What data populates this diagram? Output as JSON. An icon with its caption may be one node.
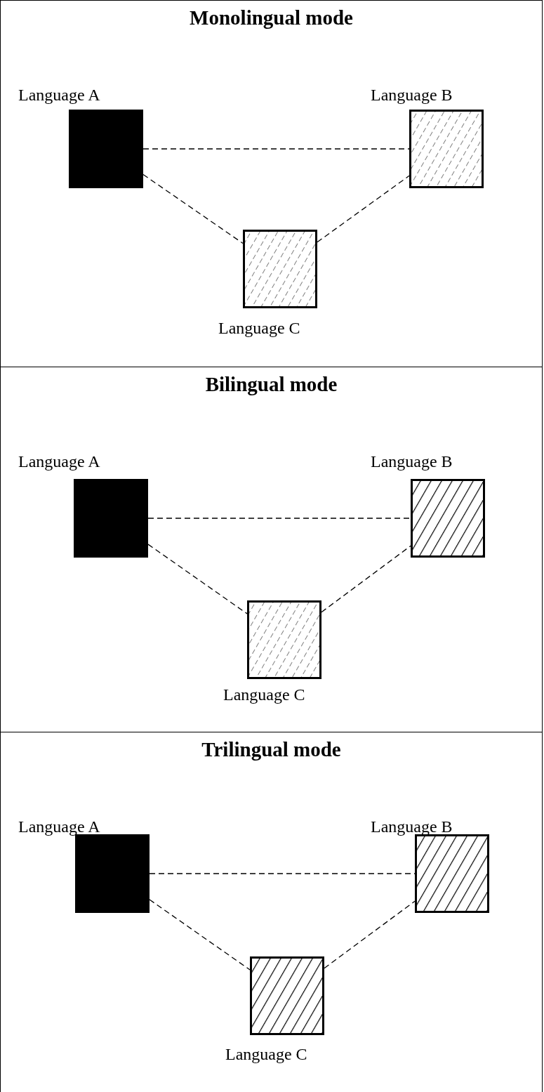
{
  "diagram": {
    "nodes": [
      {
        "text": [
          "Monolingual mode"
        ]
      },
      {
        "text": [
          "Language A"
        ],
        "in": 0
      },
      {
        "text": [
          "Language B"
        ],
        "in": 0
      },
      {
        "text": [
          "Language C"
        ],
        "in": 0
      },
      {
        "text": [
          "Bilingual mode"
        ]
      },
      {
        "text": [
          "Language A"
        ],
        "in": 4
      },
      {
        "text": [
          "Language B"
        ],
        "in": 4
      },
      {
        "text": [
          "Language C"
        ],
        "in": 4
      },
      {
        "text": [
          "Trilingual mode"
        ]
      },
      {
        "text": [
          "Language A"
        ],
        "in": 8
      },
      {
        "text": [
          "Language B"
        ],
        "in": 8
      },
      {
        "text": [
          "Language C"
        ],
        "in": 8
      }
    ],
    "edges": [
      {
        "from": 1,
        "to": 2,
        "arrow": "none",
        "style": "dashed"
      },
      {
        "from": 1,
        "to": 3,
        "arrow": "none",
        "style": "dashed"
      },
      {
        "from": 3,
        "to": 2,
        "arrow": "none",
        "style": "dashed"
      },
      {
        "from": 5,
        "to": 6,
        "arrow": "none",
        "style": "dashed"
      },
      {
        "from": 5,
        "to": 7,
        "arrow": "none",
        "style": "dashed"
      },
      {
        "from": 7,
        "to": 6,
        "arrow": "none",
        "style": "dashed"
      },
      {
        "from": 9,
        "to": 10,
        "arrow": "none",
        "style": "dashed"
      },
      {
        "from": 9,
        "to": 11,
        "arrow": "none",
        "style": "dashed"
      },
      {
        "from": 11,
        "to": 10,
        "arrow": "none",
        "style": "dashed"
      }
    ]
  }
}
